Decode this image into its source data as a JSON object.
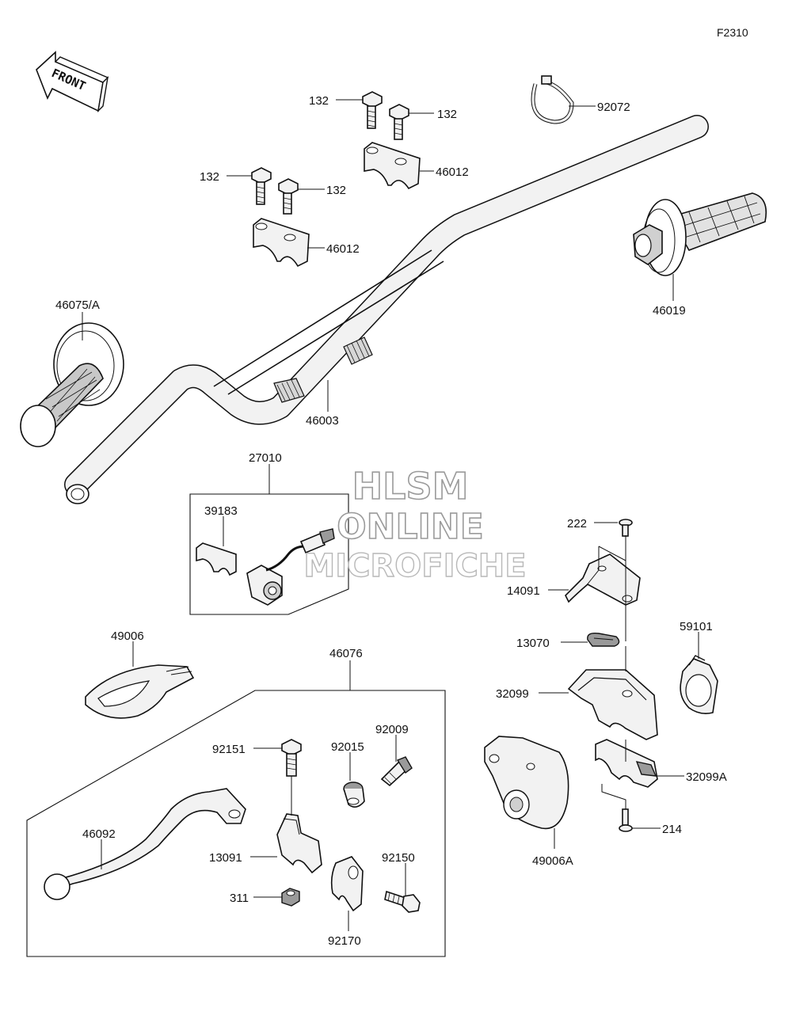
{
  "diagram": {
    "figure_code": "F2310",
    "front_label": "FRONT",
    "watermark": [
      "HLSM",
      "ONLINE",
      "MICROFICHE"
    ],
    "parts": {
      "p132a": "132",
      "p132b": "132",
      "p132c": "132",
      "p132d": "132",
      "p92072": "92072",
      "p46012a": "46012",
      "p46012b": "46012",
      "p46075A": "46075/A",
      "p46019": "46019",
      "p46003": "46003",
      "p27010": "27010",
      "p39183": "39183",
      "p222": "222",
      "p14091": "14091",
      "p13070": "13070",
      "p59101": "59101",
      "p32099": "32099",
      "p32099A": "32099A",
      "p214": "214",
      "p49006": "49006",
      "p49006A": "49006A",
      "p46076": "46076",
      "p92151": "92151",
      "p92015": "92015",
      "p92009": "92009",
      "p46092": "46092",
      "p13091": "13091",
      "p92150": "92150",
      "p311": "311",
      "p92170": "92170"
    }
  }
}
